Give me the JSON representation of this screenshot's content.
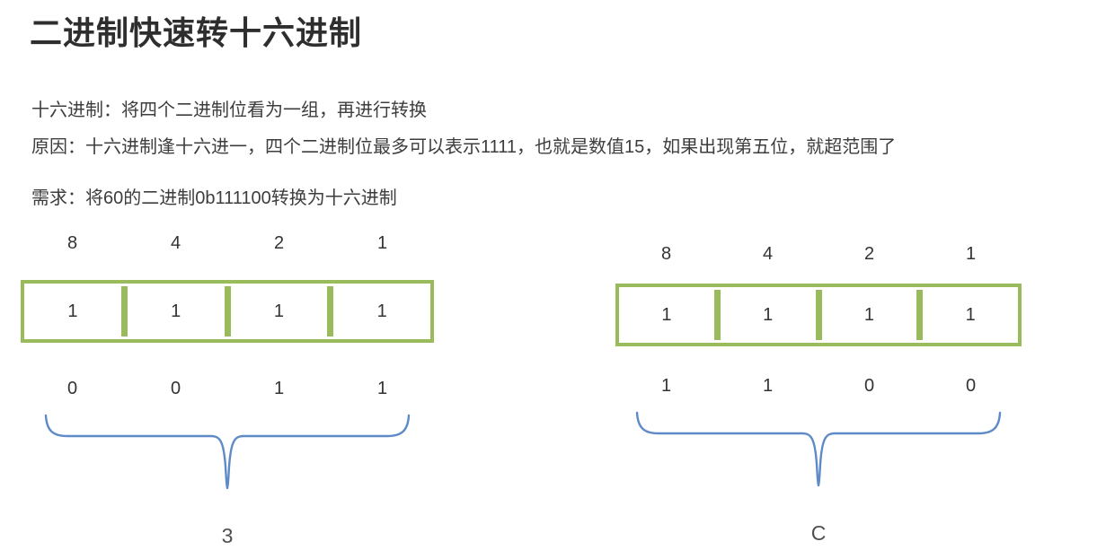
{
  "title": "二进制快速转十六进制",
  "paragraphs": {
    "line1": "十六进制：将四个二进制位看为一组，再进行转换",
    "line2": "原因：十六进制逢十六进一，四个二进制位最多可以表示1111，也就是数值15，如果出现第五位，就超范围了",
    "line3": "需求：将60的二进制0b111100转换为十六进制"
  },
  "colors": {
    "box_border_green": "#9abb5c",
    "brace_blue": "#5e8ac7",
    "title_dark": "#2e2e2e",
    "body_dark": "#3d3d3d",
    "number_dark": "#333333",
    "result_gray": "#4f4f4f"
  },
  "groups": [
    {
      "name": "high-nibble",
      "weights": [
        "8",
        "4",
        "2",
        "1"
      ],
      "cells": [
        "1",
        "1",
        "1",
        "1"
      ],
      "bits": [
        "0",
        "0",
        "1",
        "1"
      ],
      "result": "3"
    },
    {
      "name": "low-nibble",
      "weights": [
        "8",
        "4",
        "2",
        "1"
      ],
      "cells": [
        "1",
        "1",
        "1",
        "1"
      ],
      "bits": [
        "1",
        "1",
        "0",
        "0"
      ],
      "result": "C"
    }
  ]
}
